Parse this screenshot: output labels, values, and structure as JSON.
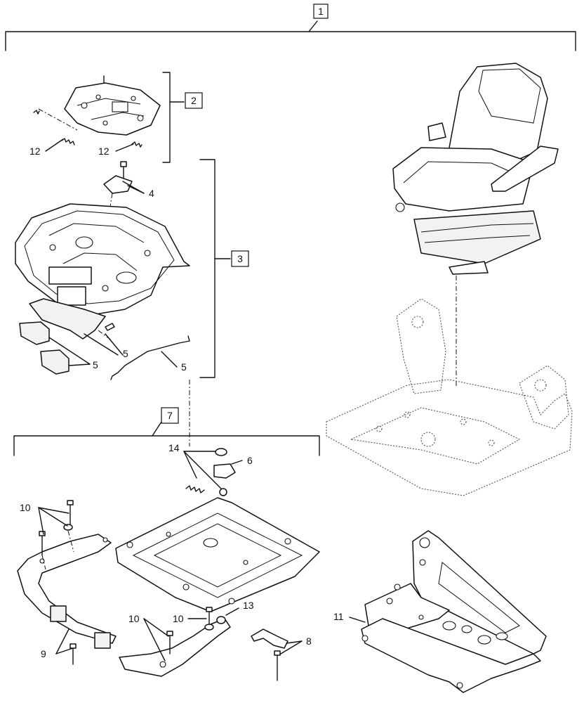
{
  "callouts": {
    "c1": "1",
    "c2": "2",
    "c3": "3",
    "c4": "4",
    "c5a": "5",
    "c5b": "5",
    "c5c": "5",
    "c6": "6",
    "c7": "7",
    "c8": "8",
    "c9": "9",
    "c10a": "10",
    "c10b": "10",
    "c10c": "10",
    "c11": "11",
    "c12a": "12",
    "c12b": "12",
    "c13": "13",
    "c14": "14"
  },
  "colors": {
    "line": "#111111",
    "background": "#ffffff"
  }
}
